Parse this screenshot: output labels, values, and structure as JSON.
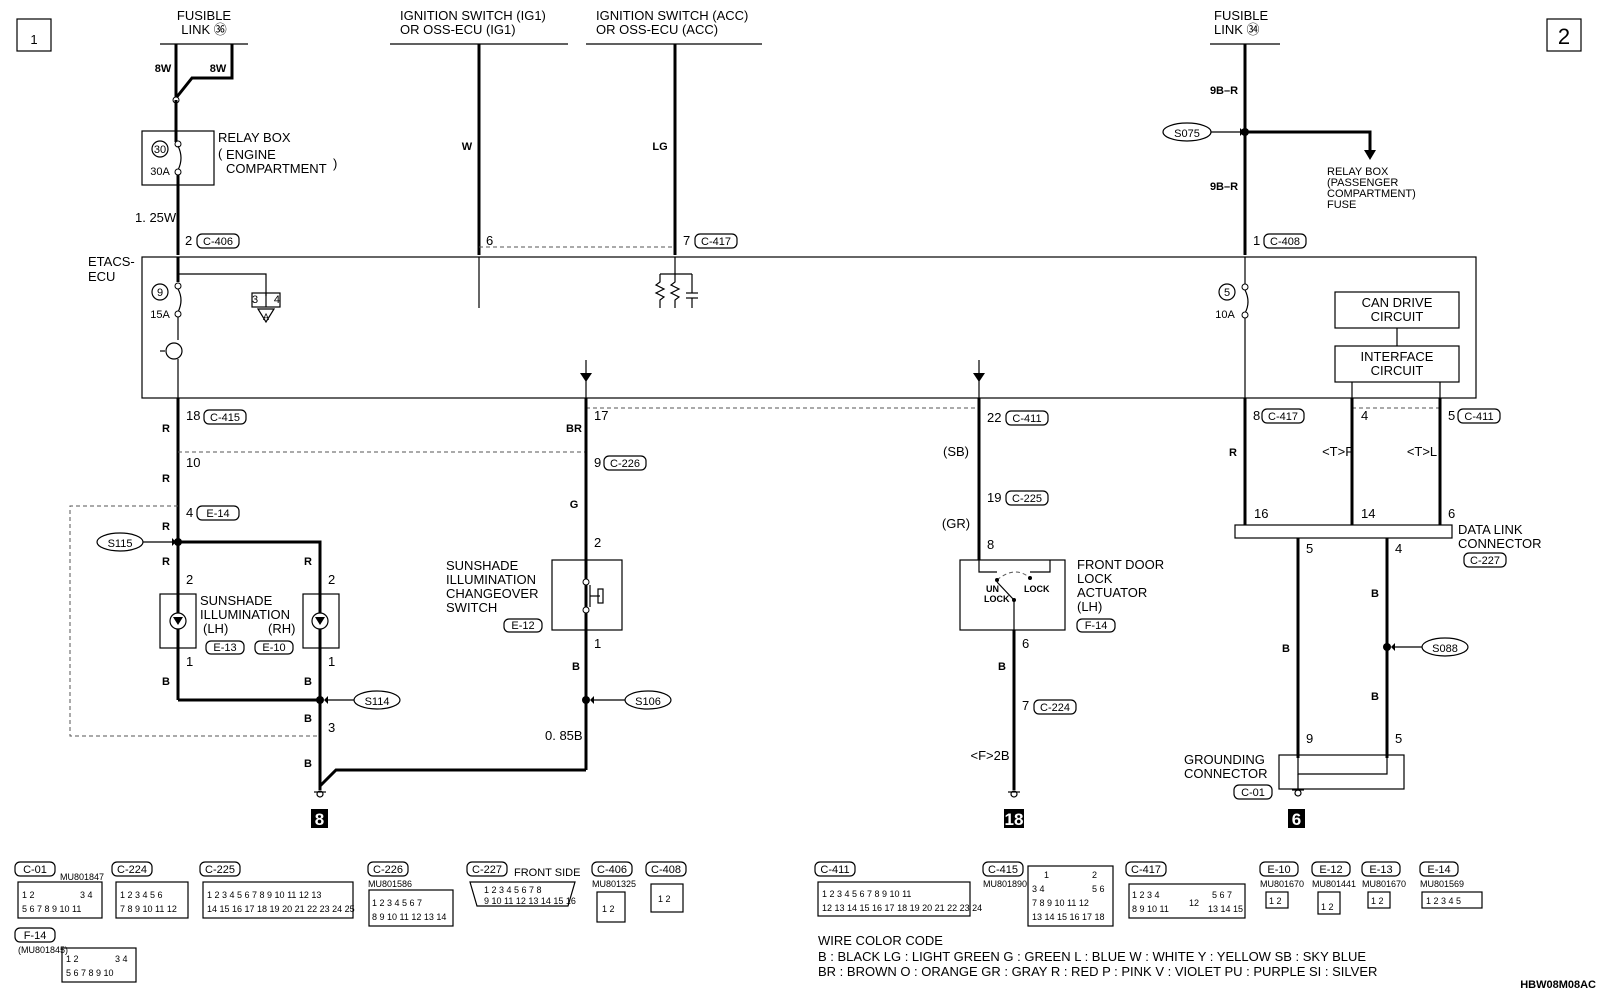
{
  "page_numbers": {
    "left": "1",
    "right": "2"
  },
  "sources": {
    "fusible_36": {
      "line1": "FUSIBLE",
      "line2": "LINK ㊱"
    },
    "ig1": {
      "line1": "IGNITION SWITCH (IG1)",
      "line2": "OR OSS-ECU (IG1)"
    },
    "acc": {
      "line1": "IGNITION SWITCH (ACC)",
      "line2": "OR OSS-ECU (ACC)"
    },
    "fusible_34": {
      "line1": "FUSIBLE",
      "line2": "LINK ㉞"
    }
  },
  "relay_box_engine": {
    "title": "RELAY BOX",
    "sub1": "ENGINE",
    "sub2": "COMPARTMENT",
    "fuse_no": "30",
    "amp": "30A"
  },
  "relay_box_passenger": {
    "l1": "RELAY BOX",
    "l2": "(PASSENGER",
    "l3": "COMPARTMENT)",
    "l4": "FUSE"
  },
  "etacs": {
    "l1": "ETACS-",
    "l2": "ECU",
    "fuse9_no": "9",
    "fuse9_amp": "15A",
    "fuse5_no": "5",
    "fuse5_amp": "10A",
    "ref_a": "3 4",
    "ref_letter": "A"
  },
  "circuits": {
    "can": {
      "l1": "CAN DRIVE",
      "l2": "CIRCUIT"
    },
    "interface": {
      "l1": "INTERFACE",
      "l2": "CIRCUIT"
    }
  },
  "wires": {
    "w8w_a": "8W",
    "w8w_b": "8W",
    "w125": "1. 25W",
    "wW": "W",
    "wLG": "LG",
    "w9br1": "9B–R",
    "w9br2": "9B–R",
    "r1": "R",
    "r2": "R",
    "r3": "R",
    "r4": "R",
    "r5": "R",
    "br": "BR",
    "g": "G",
    "sb": "(SB)",
    "gr": "(GR)",
    "r8": "R",
    "tp": "<T>P",
    "tl": "<T>L",
    "b1": "B",
    "b2": "B",
    "b3": "B",
    "b4": "B",
    "b5": "B",
    "b085": "0. 85B",
    "b6": "B",
    "f2b": "<F>2B",
    "b7": "B",
    "b8": "B",
    "b9": "B"
  },
  "pins": {
    "p2": "2",
    "p6": "6",
    "p7": "7",
    "p1": "1",
    "p18": "18",
    "p17": "17",
    "p22": "22",
    "p8": "8",
    "p4": "4",
    "p5": "5",
    "p10": "10",
    "p9": "9",
    "p4e": "4",
    "p2l": "2",
    "p2r": "2",
    "p1l": "1",
    "p1r": "1",
    "p3": "3",
    "p2s": "2",
    "p1s": "1",
    "p19": "19",
    "p8a": "8",
    "p6a": "6",
    "p7a": "7",
    "p16": "16",
    "p14": "14",
    "p6d": "6",
    "p5d": "5",
    "p4d": "4",
    "p9g": "9",
    "p5g": "5"
  },
  "connectors": {
    "c406": "C-406",
    "c417": "C-417",
    "c408": "C-408",
    "c415": "C-415",
    "c411a": "C-411",
    "c417b": "C-417",
    "c411b": "C-411",
    "c226": "C-226",
    "e14": "E-14",
    "c225": "C-225",
    "c224": "C-224",
    "e12": "E-12",
    "f14": "F-14",
    "e13": "E-13",
    "e10": "E-10",
    "c227": "C-227",
    "c01": "C-01"
  },
  "splices": {
    "s075": "S075",
    "s115": "S115",
    "s114": "S114",
    "s106": "S106",
    "s088": "S088"
  },
  "components": {
    "illum": {
      "l1": "SUNSHADE",
      "l2": "ILLUMINATION",
      "lh": "(LH)",
      "rh": "(RH)"
    },
    "switch": {
      "l1": "SUNSHADE",
      "l2": "ILLUMINATION",
      "l3": "CHANGEOVER",
      "l4": "SWITCH"
    },
    "door": {
      "l1": "FRONT DOOR",
      "l2": "LOCK",
      "l3": "ACTUATOR",
      "l4": "(LH)",
      "un": "UN",
      "lock1": "LOCK",
      "lock2": "LOCK"
    },
    "dlc": {
      "l1": "DATA LINK",
      "l2": "CONNECTOR"
    },
    "ground": {
      "l1": "GROUNDING",
      "l2": "CONNECTOR"
    }
  },
  "grounds": {
    "g8": "8",
    "g18": "18",
    "g6": "6"
  },
  "views": {
    "c01": {
      "name": "C-01",
      "part": "MU801847"
    },
    "c224": {
      "name": "C-224"
    },
    "c225": {
      "name": "C-225"
    },
    "c226": {
      "name": "C-226",
      "part": "MU801586"
    },
    "c227": {
      "name": "C-227",
      "note": "FRONT SIDE"
    },
    "c406": {
      "name": "C-406",
      "part": "MU801325"
    },
    "c408": {
      "name": "C-408"
    },
    "f14": {
      "name": "F-14",
      "part": "(MU801845)"
    },
    "c411": {
      "name": "C-411"
    },
    "c415": {
      "name": "C-415",
      "part": "MU801890"
    },
    "c417": {
      "name": "C-417"
    },
    "e10": {
      "name": "E-10",
      "part": "MU801670"
    },
    "e12": {
      "name": "E-12",
      "part": "MU801441"
    },
    "e13": {
      "name": "E-13",
      "part": "MU801670"
    },
    "e14": {
      "name": "E-14",
      "part": "MU801569"
    }
  },
  "color_code": {
    "title": "WIRE COLOR CODE",
    "row1": "B : BLACK    LG : LIGHT GREEN    G : GREEN    L : BLUE    W : WHITE    Y : YELLOW    SB : SKY BLUE",
    "row2": "BR : BROWN    O : ORANGE    GR : GRAY    R : RED    P : PINK    V : VIOLET    PU : PURPLE    SI : SILVER"
  },
  "doc_code": "HBW08M08AC"
}
